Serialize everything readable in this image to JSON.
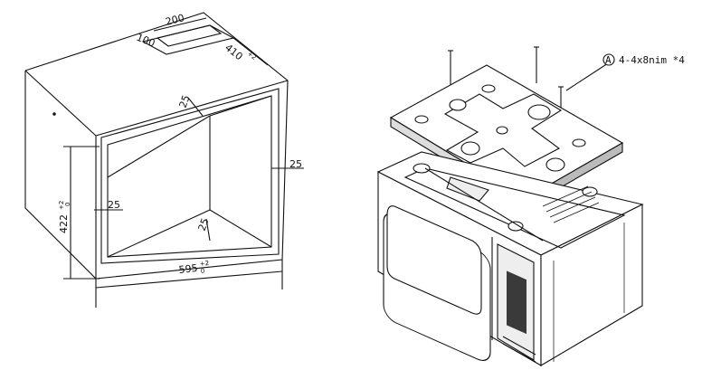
{
  "colors": {
    "line": "#111111",
    "fill": "#ffffff",
    "shade": "#3a3a3a"
  },
  "cabinet": {
    "dims": {
      "slot_width": "200",
      "slot_depth": "100",
      "depth": "410",
      "depth_tol": "+2",
      "depth_tol2": "0",
      "top_wall": "25",
      "right_wall": "25",
      "left_wall": "25",
      "bottom_wall": "25",
      "height": "422",
      "height_tol": "+2",
      "height_tol2": "0",
      "width": "595",
      "width_tol": "+2",
      "width_tol2": "0"
    }
  },
  "microwave": {
    "callout_letter": "A",
    "callout_text": "4-4x8nim *4"
  }
}
